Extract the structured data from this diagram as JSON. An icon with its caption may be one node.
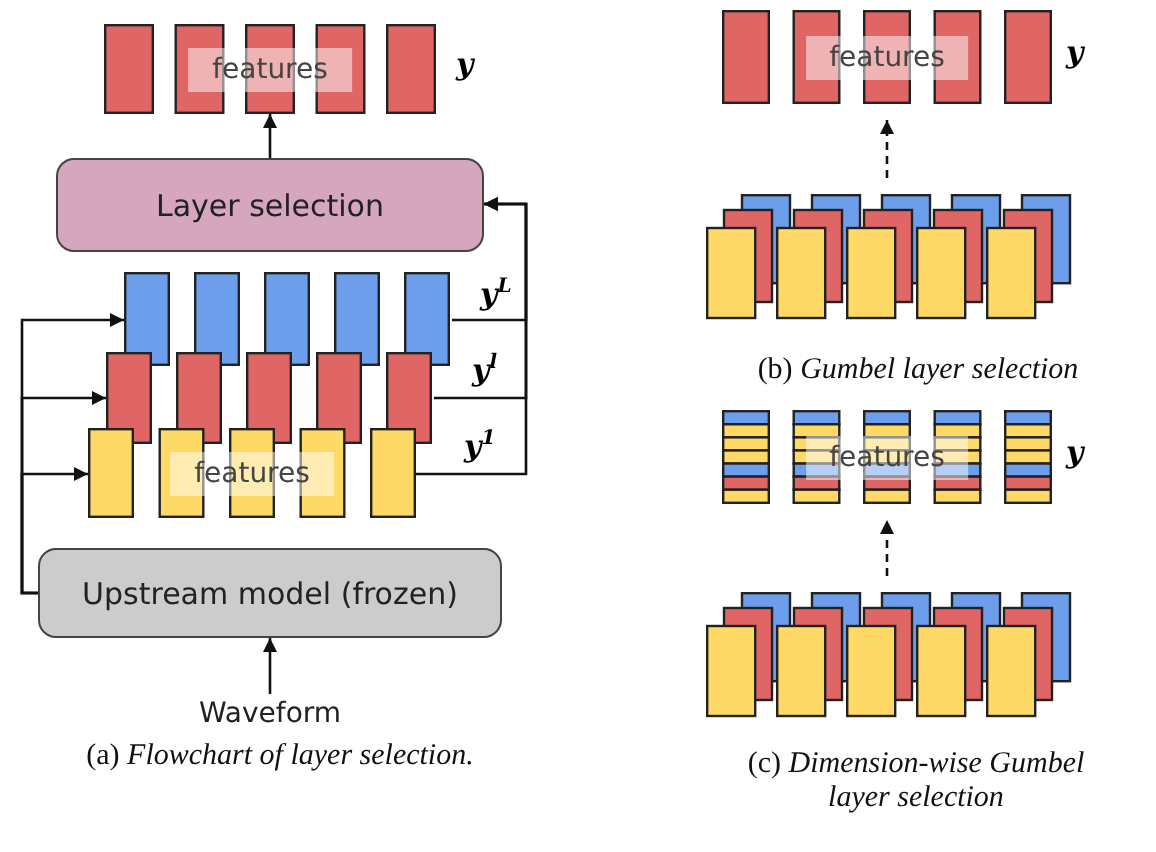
{
  "diagram": {
    "nodes": [
      {
        "text": [
          "Waveform"
        ]
      },
      {
        "text": [
          "Upstream model (frozen)"
        ]
      },
      {
        "text": [],
        "shape": "bar",
        "beside": [
          "y$^{L}$"
        ]
      },
      {
        "text": [],
        "shape": "bar",
        "beside": [
          "y$^{l}$"
        ]
      },
      {
        "text": [
          "features"
        ],
        "beside": [
          "y$^{1}$"
        ]
      },
      {
        "text": [
          "Layer selection"
        ]
      },
      {
        "text": [
          "features"
        ],
        "beside": [
          "y"
        ]
      },
      {
        "text": [
          "features"
        ],
        "beside": [
          "y"
        ]
      },
      {
        "text": [],
        "shape": "bar"
      },
      {
        "text": [
          "features"
        ],
        "beside": [
          "y"
        ]
      },
      {
        "text": [],
        "shape": "bar"
      }
    ],
    "edges": [
      {
        "from": 0,
        "to": 1,
        "arrow": "to"
      },
      {
        "from": 5,
        "to": 6,
        "arrow": "to"
      },
      {
        "from": 1,
        "to": 2,
        "arrow": "to"
      },
      {
        "from": 1,
        "to": 3,
        "arrow": "to"
      },
      {
        "from": 1,
        "to": 4,
        "arrow": "to"
      },
      {
        "from": 2,
        "to": 5,
        "arrow": "to"
      },
      {
        "from": 3,
        "to": 5,
        "arrow": "to"
      },
      {
        "from": 4,
        "to": 5,
        "arrow": "to"
      },
      {
        "from": 8,
        "to": 7,
        "arrow": "to",
        "style": "dashed"
      },
      {
        "from": 10,
        "to": 9,
        "arrow": "to",
        "style": "dashed"
      }
    ],
    "labels": [
      "(a) *Flowchart of layer selection.*",
      "(b) *Gumbel layer selection*",
      "(c) *Dimension-wise Gumbel layer selection*"
    ]
  }
}
